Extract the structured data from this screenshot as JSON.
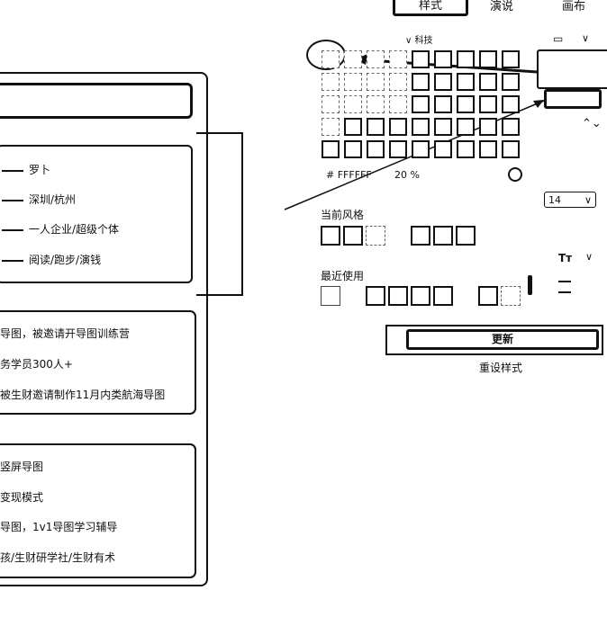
{
  "tabs": [
    "样式",
    "演说",
    "画布"
  ],
  "panel": {
    "theme_label": "∨ 科技",
    "hex_value": "# FFFFFF",
    "opacity": "20 %",
    "current_style_label": "当前风格",
    "recent_label": "最近使用",
    "font_size": "14",
    "font_size_chevron": "∨",
    "text_icon": "Tт",
    "text_icon_chevron": "∨",
    "stepper_icon": "⌃⌄",
    "shape_icon": "▭",
    "shape_chevron": "∨",
    "update_button": "更新",
    "preset_label": "重设样式"
  },
  "mindmap": {
    "group1": [
      "罗卜",
      "深圳/杭州",
      "一人企业/超级个体",
      "阅读/跑步/演钱"
    ],
    "group2": [
      "导图，被邀请开导图训练营",
      "务学员300人+",
      "被生财邀请制作11月内类航海导图"
    ],
    "group3": [
      "竖屏导图",
      "变现模式",
      "导图，1v1导图学习辅导",
      "孩/生财研学社/生财有术"
    ]
  }
}
